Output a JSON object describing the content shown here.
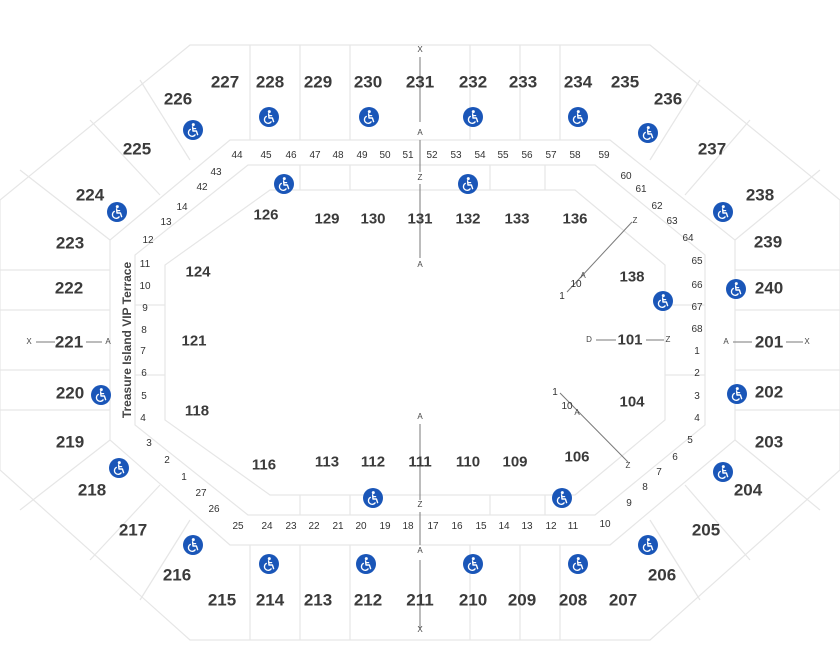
{
  "colors": {
    "grid": "#e7e7e7",
    "line": "#777777",
    "text": "#3a3a3a",
    "accessible": "#1a56b8"
  },
  "icons": {
    "accessible": "wheelchair-icon"
  },
  "upper_sections": {
    "top": [
      "227",
      "228",
      "229",
      "230",
      "231",
      "232",
      "233",
      "234",
      "235"
    ],
    "upper_right": [
      "236",
      "237",
      "238",
      "239",
      "240"
    ],
    "right": [
      "201"
    ],
    "lower_right": [
      "202",
      "203",
      "204",
      "205",
      "206"
    ],
    "bottom": [
      "207",
      "208",
      "209",
      "210",
      "211",
      "212",
      "213",
      "214",
      "215"
    ],
    "lower_left": [
      "216",
      "217",
      "218",
      "219",
      "220"
    ],
    "left": [
      "221"
    ],
    "upper_left": [
      "222",
      "223",
      "224",
      "225",
      "226"
    ]
  },
  "lower_sections": {
    "top": [
      "126",
      "129",
      "130",
      "131",
      "132",
      "133",
      "136"
    ],
    "right": [
      "138",
      "101",
      "104",
      "106"
    ],
    "bottom": [
      "109",
      "110",
      "111",
      "112",
      "113",
      "116"
    ],
    "left": [
      "118",
      "121",
      "124"
    ]
  },
  "row_numbers": {
    "top": [
      "44",
      "45",
      "46",
      "47",
      "48",
      "49",
      "50",
      "51",
      "52",
      "53",
      "54",
      "55",
      "56",
      "57",
      "58",
      "59"
    ],
    "top_left": [
      "43",
      "42",
      "14",
      "13"
    ],
    "top_right": [
      "60",
      "61",
      "62",
      "63",
      "64"
    ],
    "right": [
      "65",
      "66",
      "67",
      "68",
      "1",
      "2",
      "3",
      "4",
      "5",
      "6",
      "7",
      "8",
      "9",
      "10"
    ],
    "bottom": [
      "25",
      "24",
      "23",
      "22",
      "21",
      "20",
      "19",
      "18",
      "17",
      "16",
      "15",
      "14",
      "13",
      "12",
      "11"
    ],
    "bottom_left": [
      "27",
      "26",
      "1",
      "2",
      "3"
    ],
    "left": [
      "12",
      "11",
      "10",
      "9",
      "8",
      "7",
      "6",
      "5",
      "4"
    ],
    "corner_right": [
      "1",
      "10",
      "1",
      "10"
    ]
  },
  "markers": {
    "x": "X",
    "a": "A",
    "z": "Z",
    "d": "D"
  },
  "terrace_label": "Treasure Island VIP Terrace"
}
